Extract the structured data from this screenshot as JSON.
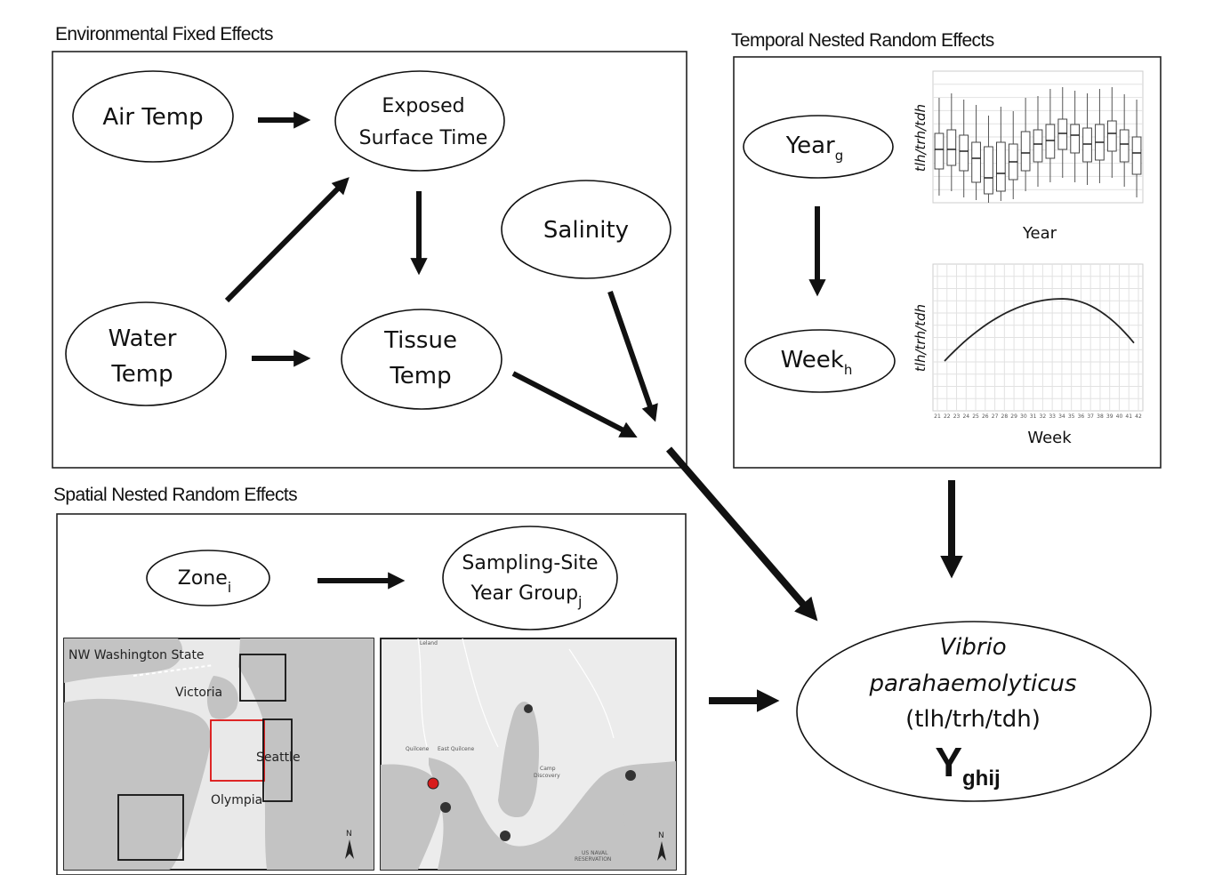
{
  "sections": {
    "environmental": "Environmental Fixed Effects",
    "temporal": "Temporal Nested Random Effects",
    "spatial": "Spatial Nested Random Effects"
  },
  "nodes": {
    "air_temp": "Air Temp",
    "exposed_1": "Exposed",
    "exposed_2": "Surface Time",
    "salinity": "Salinity",
    "water_1": "Water",
    "water_2": "Temp",
    "tissue_1": "Tissue",
    "tissue_2": "Temp",
    "year": "Year",
    "year_sub": "g",
    "week": "Week",
    "week_sub": "h",
    "zone": "Zone",
    "zone_sub": "i",
    "site_1": "Sampling-Site",
    "site_2": "Year Group",
    "site_sub": "j",
    "outcome_1": "Vibrio",
    "outcome_2": "parahaemolyticus",
    "outcome_3": "(tlh/trh/tdh)",
    "outcome_y": "Y",
    "outcome_y_sub": "ghij"
  },
  "charts": {
    "year_plot": {
      "ylabel": "tlh/trh/tdh",
      "xlabel": "Year"
    },
    "week_plot": {
      "ylabel": "tlh/trh/tdh",
      "xlabel": "Week"
    }
  },
  "chart_data": [
    {
      "type": "box",
      "ylabel": "tlh/trh/tdh",
      "xlabel": "Year",
      "series_count": 17
    },
    {
      "type": "line",
      "ylabel": "tlh/trh/tdh",
      "xlabel": "Week",
      "x": [
        21,
        22,
        23,
        24,
        25,
        26,
        27,
        28,
        29,
        30,
        31,
        32,
        33,
        34,
        35,
        36,
        37,
        38,
        39,
        40
      ],
      "ticks": [
        "21",
        "22",
        "23",
        "24",
        "25",
        "26",
        "27",
        "28",
        "29",
        "30",
        "31",
        "32",
        "33",
        "34",
        "35",
        "36",
        "37",
        "38",
        "39",
        "40",
        "41",
        "42"
      ]
    }
  ],
  "maps": {
    "left_title": "NW Washington State",
    "victoria": "Victoria",
    "seattle": "Seattle",
    "olympia": "Olympia",
    "north": "N",
    "right_labels": {
      "leland": "Leland",
      "quilcene": "Quilcene",
      "east_quilcene": "East Quilcene",
      "camp": "Camp",
      "discovery": "Discovery",
      "naval_1": "US NAVAL",
      "naval_2": "RESERVATION"
    }
  }
}
